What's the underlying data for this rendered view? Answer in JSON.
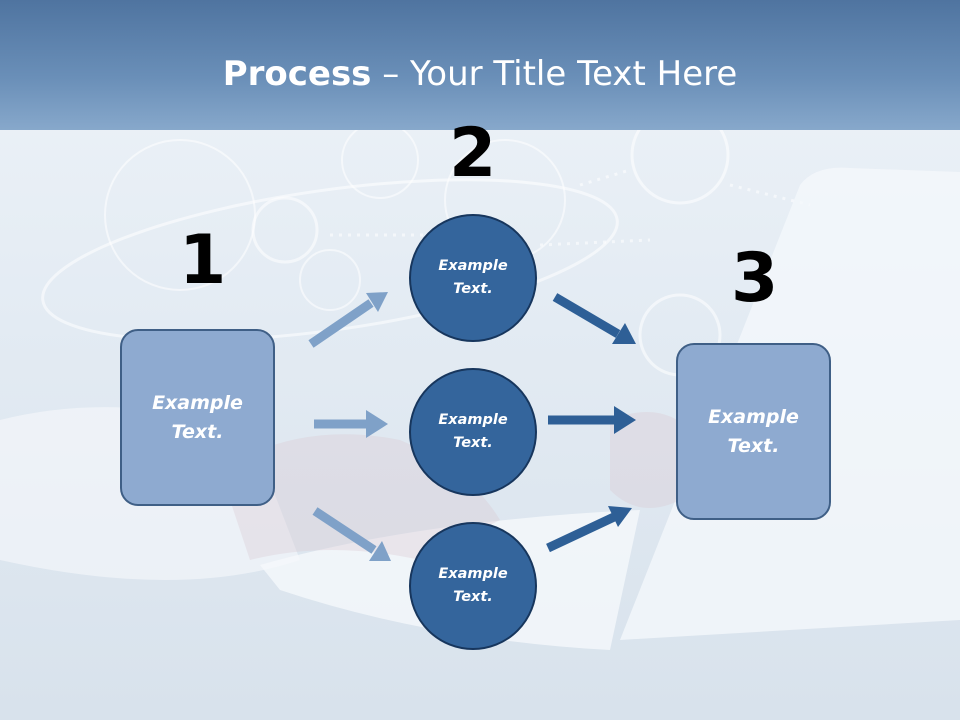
{
  "title": {
    "bold": "Process",
    "rest": " – Your Title Text Here"
  },
  "steps": [
    {
      "number": "1",
      "text": "Example\nText."
    },
    {
      "number": "2",
      "text": "Example\nText."
    },
    {
      "number": "3",
      "text": "Example\nText."
    }
  ],
  "circles": [
    {
      "text": "Example\nText."
    },
    {
      "text": "Example\nText."
    },
    {
      "text": "Example\nText."
    }
  ],
  "colors": {
    "title_band": "#5a7eab",
    "box_fill": "#8eaad0",
    "circle_fill": "#34659c",
    "arrow_light": "#7fa1c8",
    "arrow_dark": "#2e5f96"
  }
}
